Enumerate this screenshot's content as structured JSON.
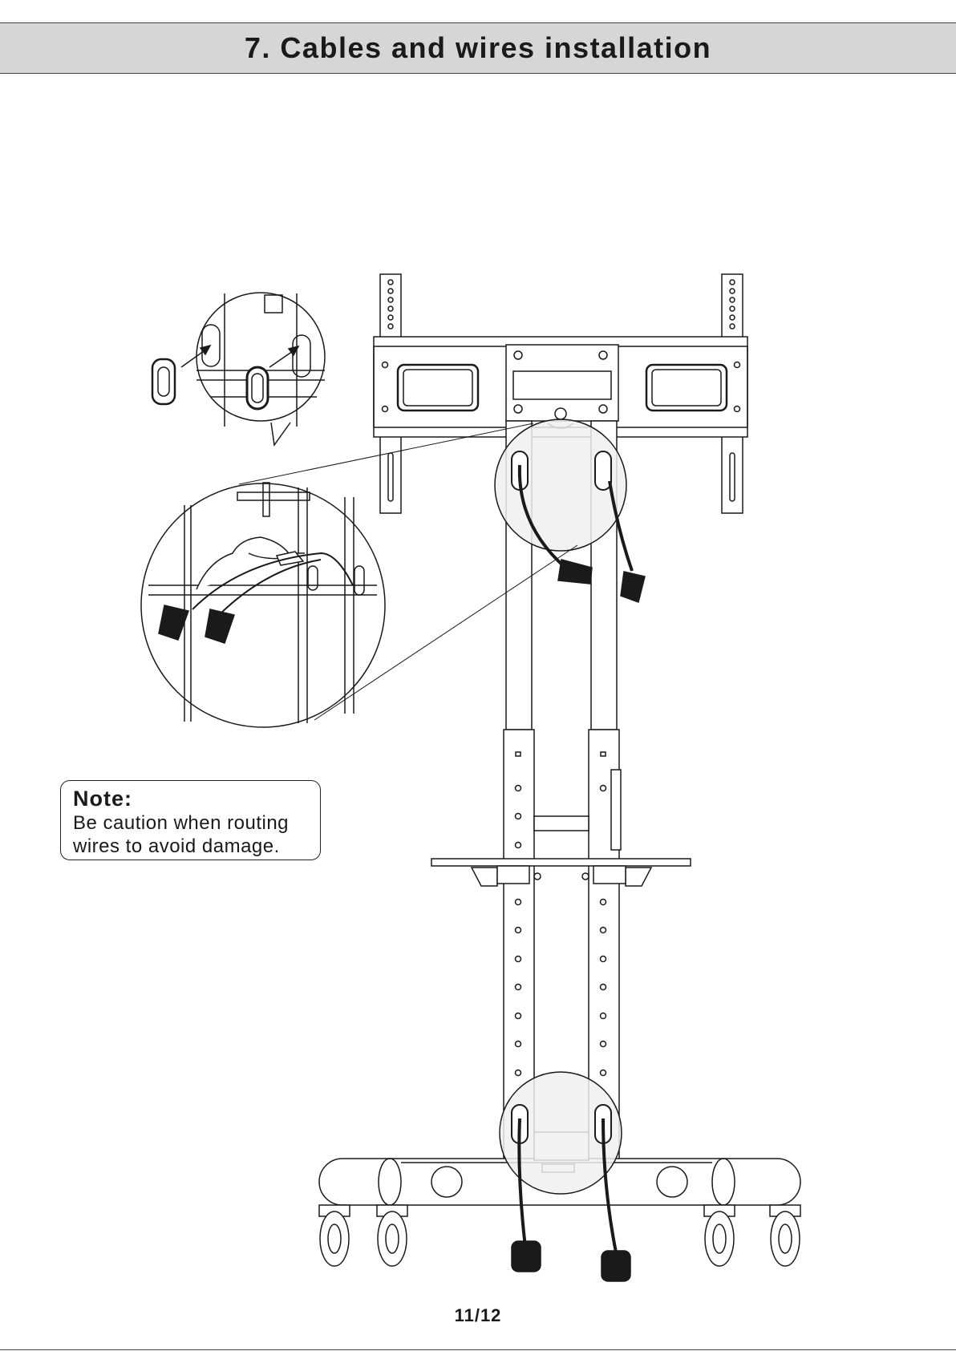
{
  "header": {
    "title": "7. Cables and wires installation"
  },
  "note": {
    "title": "Note:",
    "lines": [
      "Be caution when routing",
      "wires to avoid damage."
    ]
  },
  "footer": {
    "page": "11/12"
  },
  "colors": {
    "header_bg": "#d6d6d6",
    "ink": "#1a1a1a",
    "circle_fill": "#f0f0f0",
    "cable": "#1a1a1a"
  }
}
